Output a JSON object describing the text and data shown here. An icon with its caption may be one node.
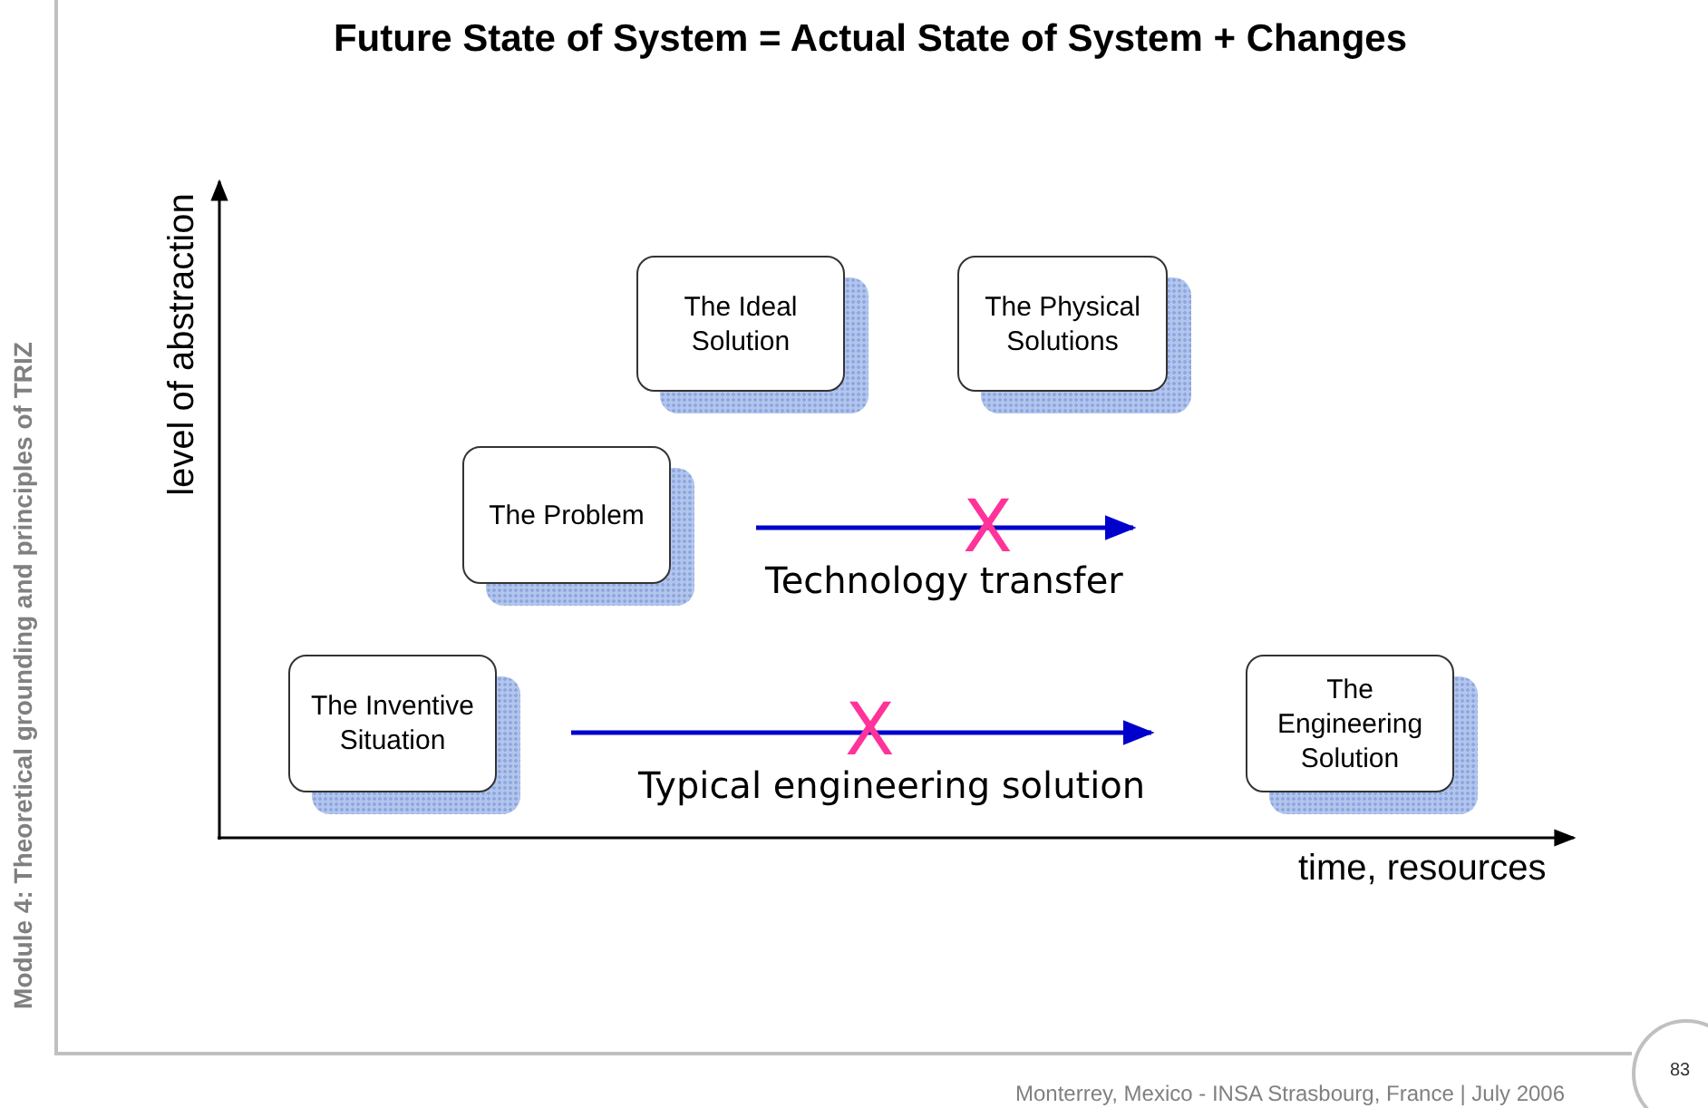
{
  "diagram": {
    "title": "Future State of System = Actual State of System + Changes",
    "nodes": [
      {
        "text": [
          "The Ideal Solution"
        ]
      },
      {
        "text": [
          "The Physical Solutions"
        ]
      },
      {
        "text": [
          "The Problem"
        ]
      },
      {
        "text": [
          "The Inventive Situation"
        ]
      },
      {
        "text": [
          "The Engineering Solution"
        ]
      },
      {
        "text": [
          "83"
        ]
      }
    ],
    "edges": [
      {
        "from": 2,
        "to": null,
        "arrow": "to",
        "label": "Technology transfer"
      },
      {
        "from": 3,
        "to": 4,
        "arrow": "to",
        "label": "Typical engineering solution"
      }
    ],
    "labels": [
      "X",
      "X",
      "level of abstraction",
      "time, resources",
      "Module 4: Theoretical grounding and principles of TRIZ",
      "Monterrey, Mexico - INSA Strasbourg, France | July 2006"
    ]
  }
}
